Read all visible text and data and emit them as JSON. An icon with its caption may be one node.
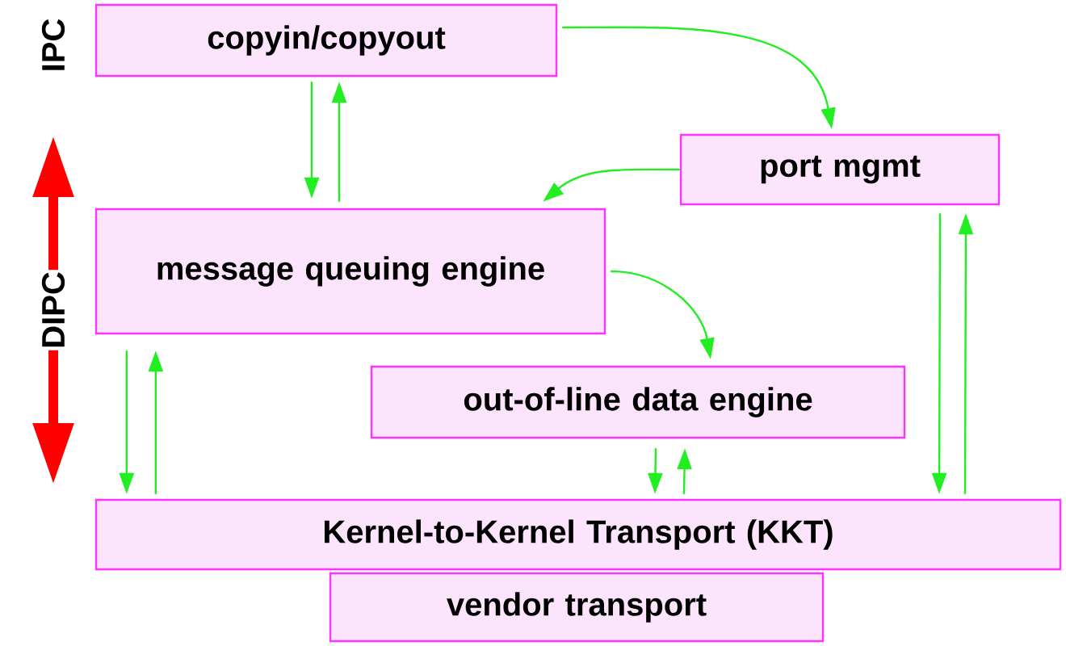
{
  "diagram": {
    "nodes": [
      {
        "text": [
          "copyin/copyout"
        ]
      },
      {
        "text": [
          "port mgmt"
        ]
      },
      {
        "text": [
          "message queuing engine"
        ]
      },
      {
        "text": [
          "out-of-line data engine"
        ]
      },
      {
        "text": [
          "Kernel-to-Kernel Transport (KKT)"
        ]
      },
      {
        "text": [
          "vendor transport"
        ]
      }
    ],
    "edges": [
      {
        "from": 0,
        "to": 1,
        "arrow": "to"
      },
      {
        "from": 0,
        "to": 2,
        "arrow": "to"
      },
      {
        "from": 2,
        "to": 0,
        "arrow": "to"
      },
      {
        "from": 1,
        "to": 2,
        "arrow": "to"
      },
      {
        "from": 2,
        "to": 3,
        "arrow": "to"
      },
      {
        "from": 2,
        "to": 4,
        "arrow": "to"
      },
      {
        "from": 4,
        "to": 2,
        "arrow": "to"
      },
      {
        "from": 3,
        "to": 4,
        "arrow": "to"
      },
      {
        "from": 4,
        "to": 3,
        "arrow": "to"
      },
      {
        "from": 1,
        "to": 4,
        "arrow": "to"
      },
      {
        "from": 4,
        "to": 1,
        "arrow": "to"
      }
    ],
    "labels": [
      "IPC",
      "DIPC"
    ]
  }
}
